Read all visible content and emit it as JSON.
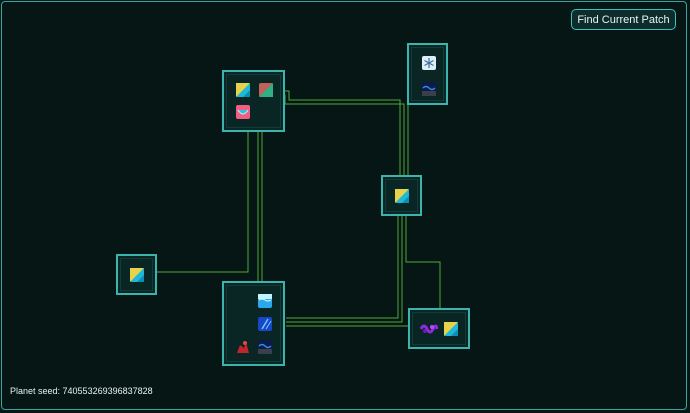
{
  "find_button": {
    "label": "Find Current Patch"
  },
  "seed": {
    "text": "Planet seed: 7405532693968378​28"
  },
  "colors": {
    "background": "#071716",
    "patch_border": "#3cb3ad",
    "connection": "#4fa83a",
    "active_connection": "#7fd24a"
  },
  "patches": [
    {
      "name": "patch-tidepool",
      "organelles": [
        "producer-icon",
        "chemoplast-icon",
        "membrane-icon"
      ]
    },
    {
      "name": "patch-ice-shelf",
      "organelles": [
        "snowflake-icon",
        "deep-water-icon"
      ]
    },
    {
      "name": "patch-vents-mid",
      "organelles": [
        "producer-icon"
      ]
    },
    {
      "name": "patch-surface-west",
      "organelles": [
        "producer-icon"
      ]
    },
    {
      "name": "patch-abyss-cluster",
      "organelles": [
        "ocean-surface-icon",
        "epipelagic-icon",
        "vent-icon",
        "seafloor-icon"
      ]
    },
    {
      "name": "patch-cave-east",
      "organelles": [
        "purple-organism-icon",
        "producer-icon"
      ]
    }
  ]
}
